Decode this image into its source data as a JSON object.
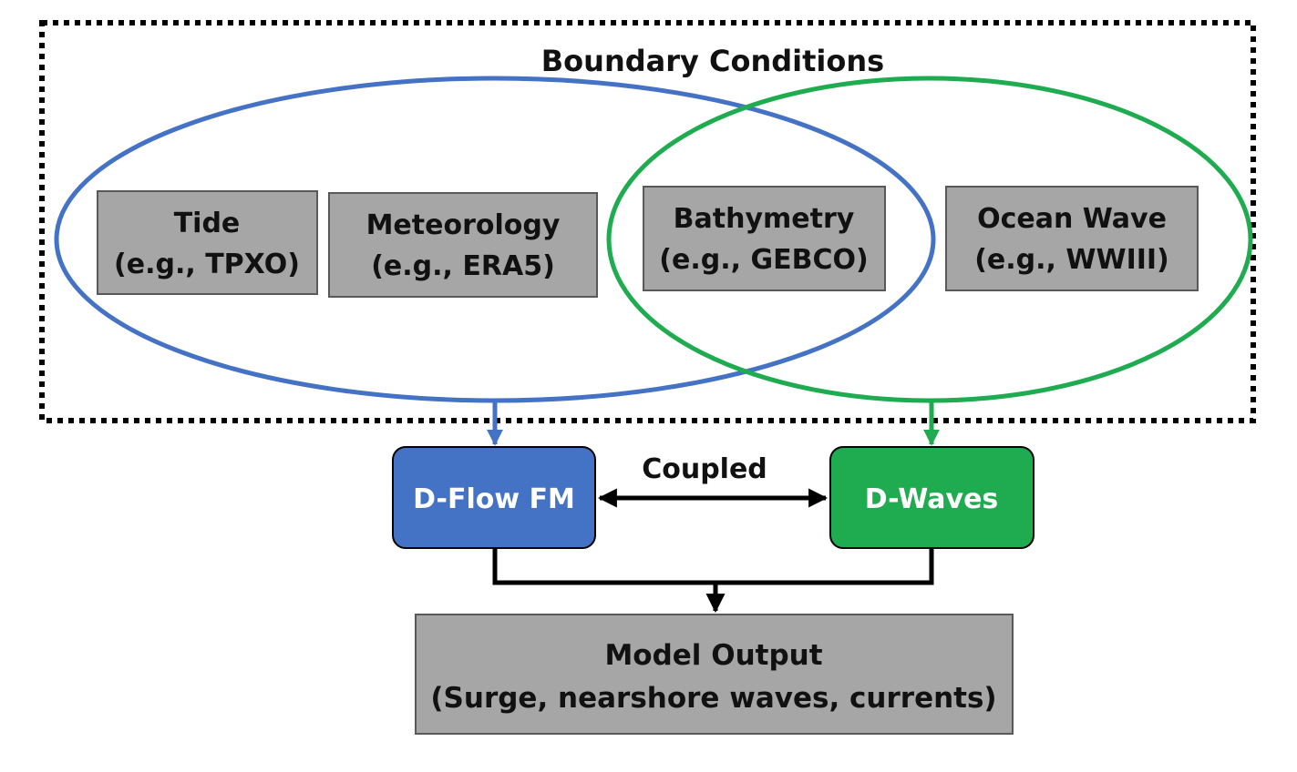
{
  "title": "Boundary Conditions",
  "inputs": {
    "tide": {
      "name": "Tide",
      "example": "(e.g., TPXO)"
    },
    "meteorology": {
      "name": "Meteorology",
      "example": "(e.g., ERA5)"
    },
    "bathymetry": {
      "name": "Bathymetry",
      "example": "(e.g., GEBCO)"
    },
    "ocean_wave": {
      "name": "Ocean Wave",
      "example": "(e.g., WWIII)"
    }
  },
  "models": {
    "flow": {
      "name": "D-Flow FM"
    },
    "waves": {
      "name": "D-Waves"
    },
    "coupling_label": "Coupled"
  },
  "output": {
    "title": "Model Output",
    "detail": "(Surge, nearshore waves, currents)"
  },
  "colors": {
    "flow_blue": "#4472c4",
    "waves_green": "#1fab4f",
    "input_box_gray": "#a6a6a6",
    "output_box_gray": "#a6a6a6",
    "outline_dark": "#595959",
    "arrow_black": "#000000",
    "text_dark": "#111111",
    "text_light": "#ffffff"
  }
}
